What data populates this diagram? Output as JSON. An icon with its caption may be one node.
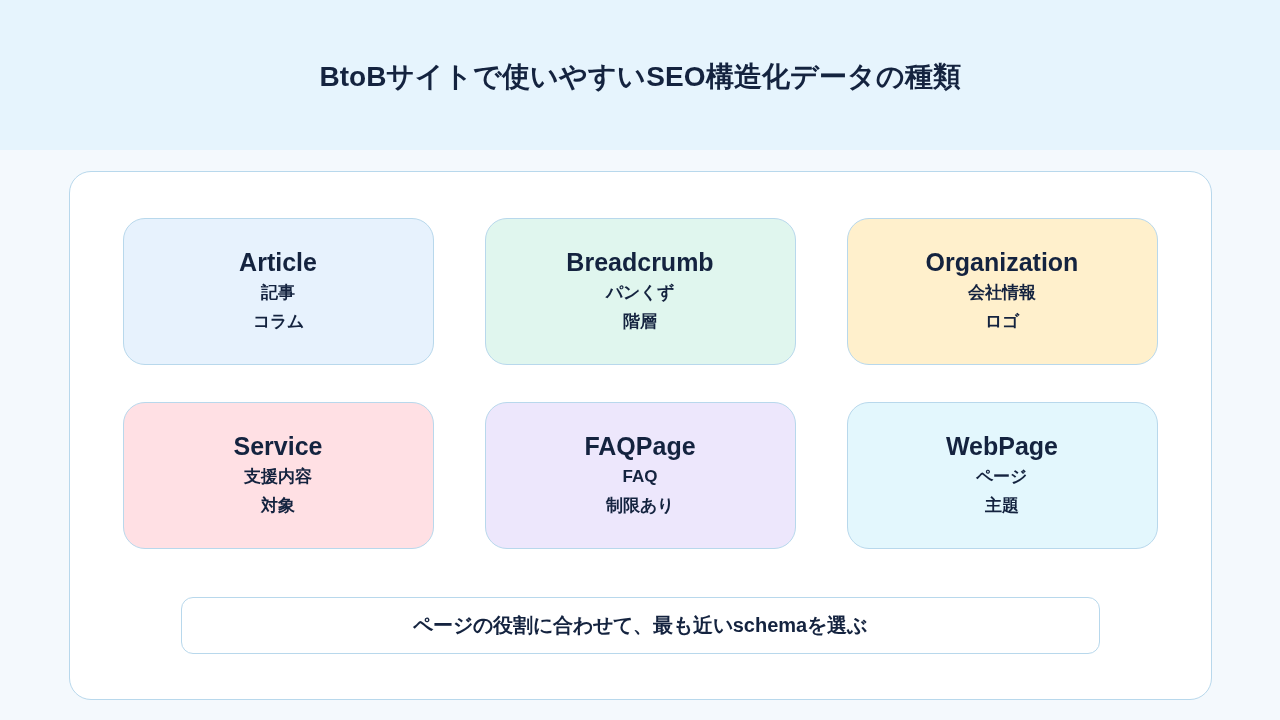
{
  "diagram": {
    "title": "BtoBサイトで使いやすいSEO構造化データの種類",
    "nodes": [
      {
        "text": [],
        "shape": "box"
      },
      {
        "text": [
          "Article",
          "記事",
          "コラム"
        ],
        "in": 0
      },
      {
        "text": [
          "Breadcrumb",
          "パンくず",
          "階層"
        ],
        "in": 0
      },
      {
        "text": [
          "Organization",
          "会社情報",
          "ロゴ"
        ],
        "in": 0
      },
      {
        "text": [
          "Service",
          "支援内容",
          "対象"
        ],
        "in": 0
      },
      {
        "text": [
          "FAQPage",
          "FAQ",
          "制限あり"
        ],
        "in": 0
      },
      {
        "text": [
          "WebPage",
          "ページ",
          "主題"
        ],
        "in": 0
      },
      {
        "text": [
          "ページの役割に合わせて、最も近いschemaを選ぶ"
        ],
        "in": 0
      }
    ]
  }
}
